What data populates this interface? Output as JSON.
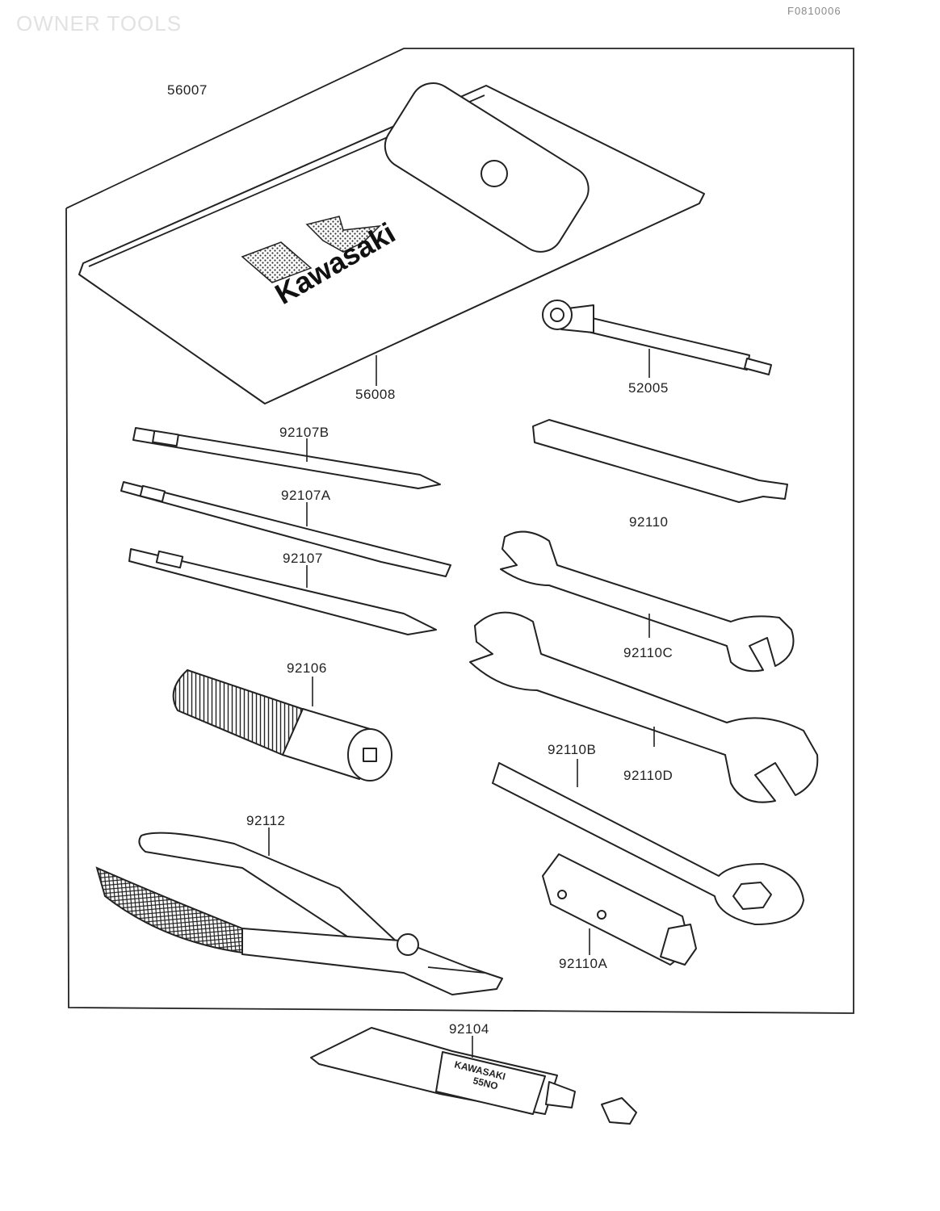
{
  "header": {
    "title": "OWNER TOOLS",
    "code": "F0810006"
  },
  "parts": {
    "p56007": "56007",
    "p56008": "56008",
    "p52005": "52005",
    "p92107b": "92107B",
    "p92107a": "92107A",
    "p92107": "92107",
    "p92110": "92110",
    "p92110c": "92110C",
    "p92106": "92106",
    "p92110b": "92110B",
    "p92110d": "92110D",
    "p92112": "92112",
    "p92110a": "92110A",
    "p92104": "92104"
  },
  "markings": {
    "pouch_logo": "Kawasaki",
    "tube_line1": "KAWASAKI",
    "tube_line2": "55NO"
  }
}
